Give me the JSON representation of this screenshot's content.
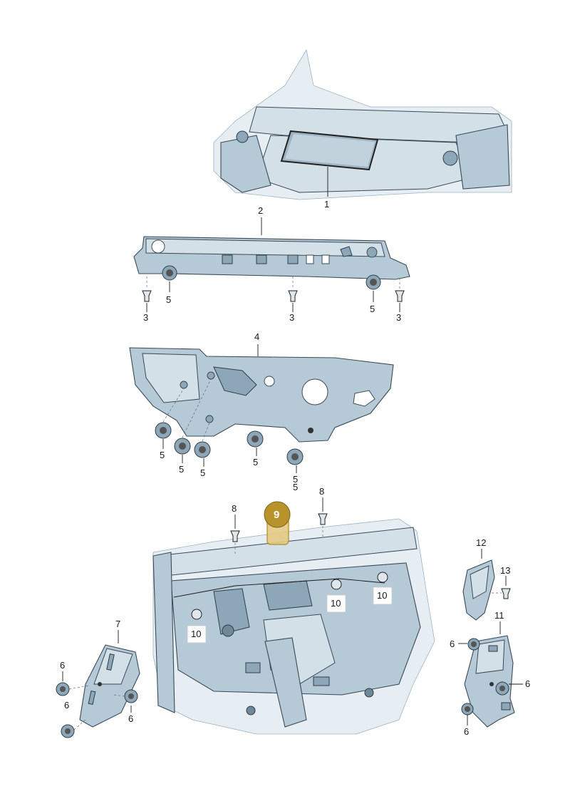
{
  "diagram": {
    "callouts": {
      "c1": "1",
      "c2": "2",
      "c3a": "3",
      "c3b": "3",
      "c3c": "3",
      "c4": "4",
      "c5a": "5",
      "c5b": "5",
      "c5c": "5",
      "c5d": "5",
      "c5e": "5",
      "c5f": "5",
      "c5g": "5",
      "c5h": "5",
      "c6a": "6",
      "c6b": "6",
      "c6c": "6",
      "c6d": "6",
      "c6e": "6",
      "c6f": "6",
      "c7": "7",
      "c8a": "8",
      "c8b": "8",
      "c10a": "10",
      "c10b": "10",
      "c10c": "10",
      "c11": "11",
      "c12": "12",
      "c13": "13"
    },
    "highlight": {
      "label": "9",
      "color": "#b8922a"
    },
    "colors": {
      "part": "#b5c9d6",
      "outline": "#3a4a56",
      "background": "#ffffff"
    }
  }
}
